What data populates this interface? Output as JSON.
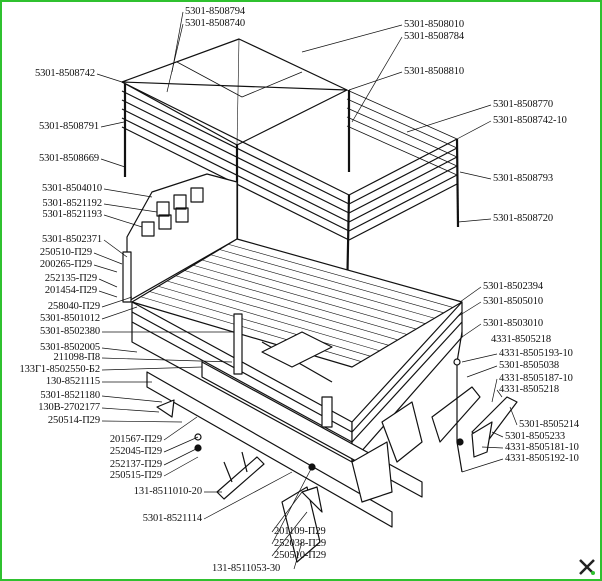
{
  "diagram": {
    "labels": [
      "5301-8508794",
      "5301-8508740",
      "5301-8508742",
      "5301-8508791",
      "5301-8508669",
      "5301-8504010",
      "5301-8521192",
      "5301-8521193",
      "5301-8502371",
      "250510-П29",
      "200265-П29",
      "252135-П29",
      "201454-П29",
      "258040-П29",
      "5301-8501012",
      "5301-8502380",
      "5301-8502005",
      "211098-П8",
      "133Г1-8502550-Б2",
      "130-8521115",
      "5301-8521180",
      "130В-2702177",
      "250514-П29",
      "201567-П29",
      "252045-П29",
      "252137-П29",
      "250515-П29",
      "131-8511010-20",
      "5301-8521114",
      "201109-П29",
      "252038-П29",
      "250510-П29",
      "131-8511053-30",
      "5301-8508010",
      "5301-8508784",
      "5301-8508810",
      "5301-8508770",
      "5301-8508742-10",
      "5301-8508793",
      "5301-8508720",
      "5301-8502394",
      "5301-8505010",
      "5301-8503010",
      "4331-8505218",
      "4331-8505193-10",
      "5301-8505038",
      "4331-8505187-10",
      "4331-8505218",
      "5301-8505214",
      "5301-8505233",
      "4331-8505181-10",
      "4331-8505192-10"
    ],
    "colors": {
      "ink": "#111111",
      "border": "#2fc12f"
    }
  }
}
